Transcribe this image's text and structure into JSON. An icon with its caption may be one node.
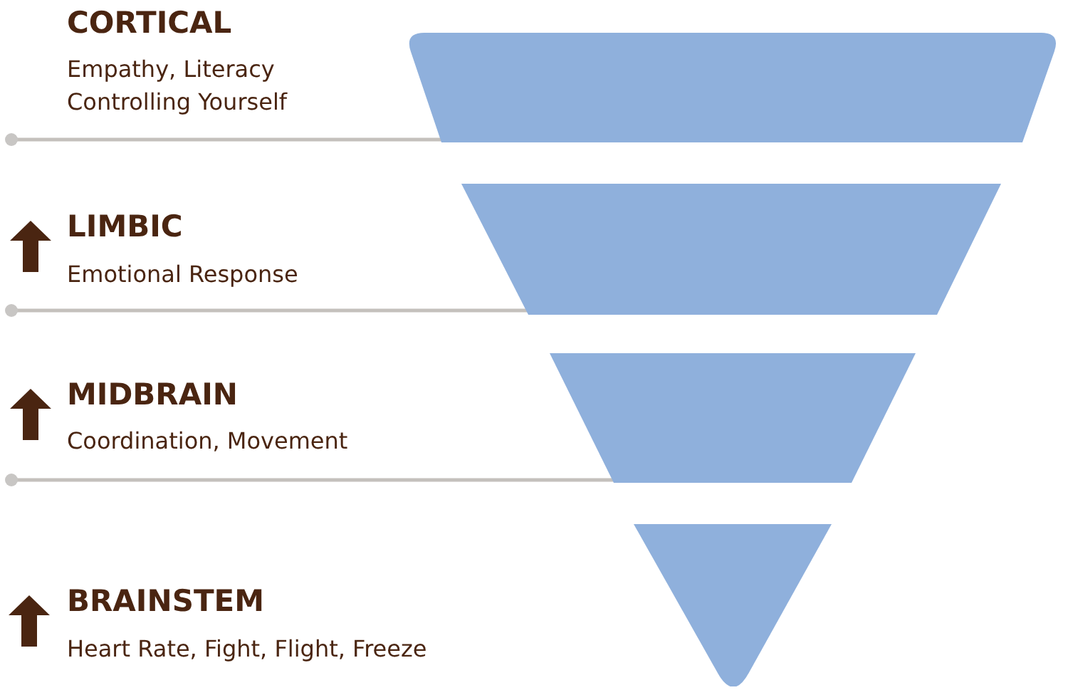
{
  "diagram": {
    "nodes": [
      {
        "text": [],
        "shape": "trapezoid",
        "beside": [
          "CORTICAL",
          "Empathy, Literacy Controlling Yourself"
        ]
      },
      {
        "text": [],
        "shape": "trapezoid",
        "beside": [
          "LIMBIC",
          "Emotional Response"
        ]
      },
      {
        "text": [],
        "shape": "trapezoid",
        "beside": [
          "MIDBRAIN",
          "Coordination, Movement"
        ]
      },
      {
        "text": [],
        "shape": "triangle",
        "beside": [
          "BRAINSTEM",
          "Heart Rate, Fight, Flight, Freeze"
        ]
      }
    ]
  }
}
